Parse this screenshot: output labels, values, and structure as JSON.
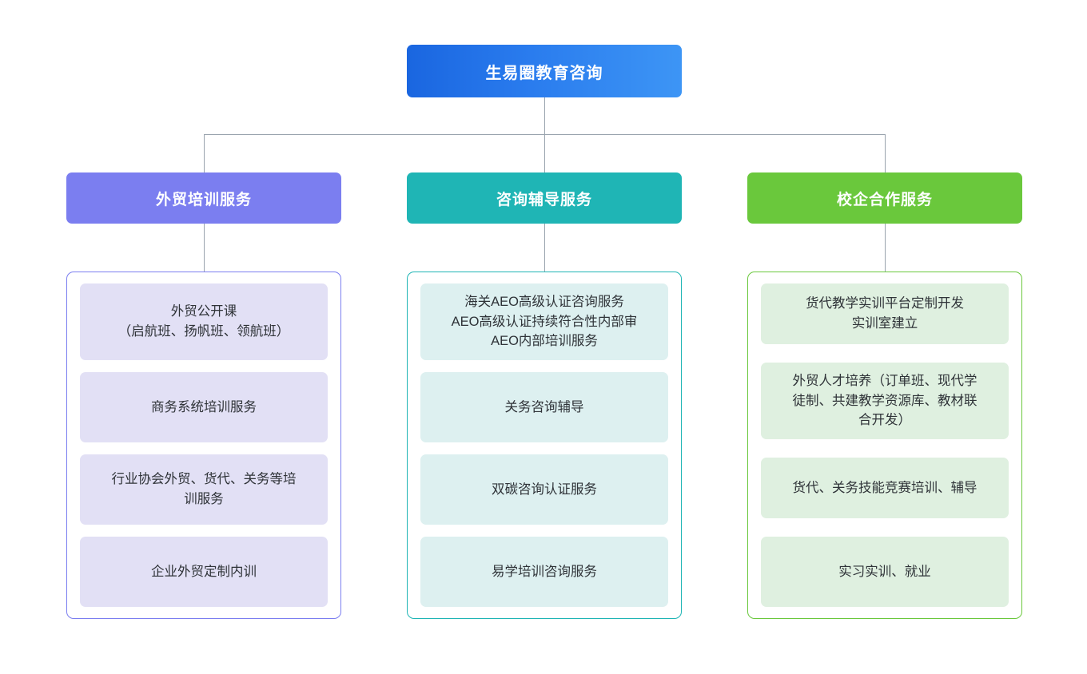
{
  "root": {
    "label": "生易圈教育咨询",
    "color_start": "#1a66e0",
    "color_end": "#3d95f5"
  },
  "connector_color": "#9aa4ae",
  "branches": [
    {
      "header": "外贸培训服务",
      "color": "#7b7ef0",
      "item_fill": "#e2e0f5",
      "items": [
        "外贸公开课\n（启航班、扬帆班、领航班）",
        "商务系统培训服务",
        "行业协会外贸、货代、关务等培\n训服务",
        "企业外贸定制内训"
      ]
    },
    {
      "header": "咨询辅导服务",
      "color": "#1fb5b5",
      "item_fill": "#ddf0f0",
      "items": [
        "海关AEO高级认证咨询服务\nAEO高级认证持续符合性内部审\nAEO内部培训服务",
        "关务咨询辅导",
        "双碳咨询认证服务",
        "易学培训咨询服务"
      ]
    },
    {
      "header": "校企合作服务",
      "color": "#6ac83c",
      "item_fill": "#dff0e0",
      "items": [
        "货代教学实训平台定制开发\n实训室建立",
        "外贸人才培养（订单班、现代学\n徒制、共建教学资源库、教材联\n合开发）",
        "货代、关务技能竞赛培训、辅导",
        "实习实训、就业"
      ]
    }
  ]
}
